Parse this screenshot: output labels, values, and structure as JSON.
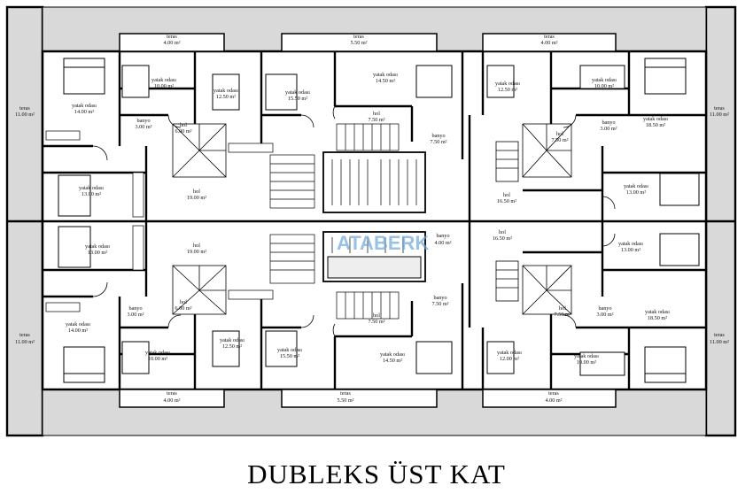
{
  "caption": "DUBLEKS ÜST KAT",
  "watermark": "ATABERK",
  "labels": {
    "teras_l_name": "teras",
    "teras_l_area": "11.00 m²",
    "teras_r_name": "teras",
    "teras_r_area": "11.00 m²",
    "teras_l2_name": "teras",
    "teras_l2_area": "11.00 m²",
    "teras_r2_name": "teras",
    "teras_r2_area": "11.00 m²",
    "teras_t1_name": "teras",
    "teras_t1_area": "4.00 m²",
    "teras_t2_name": "teras",
    "teras_t2_area": "5.50 m²",
    "teras_t3_name": "teras",
    "teras_t3_area": "4.00 m²",
    "teras_b1_name": "teras",
    "teras_b1_area": "4.00 m²",
    "teras_b2_name": "teras",
    "teras_b2_area": "5.50 m²",
    "teras_b3_name": "teras",
    "teras_b3_area": "4.00 m²",
    "y1_name": "yatak odası",
    "y1_area": "14.00 m²",
    "y2_name": "yatak odası",
    "y2_area": "10.00 m²",
    "y3_name": "yatak odası",
    "y3_area": "12.50 m²",
    "y4_name": "yatak odası",
    "y4_area": "15.50 m²",
    "y5_name": "yatak odası",
    "y5_area": "14.50 m²",
    "y6_name": "yatak odası",
    "y6_area": "12.50 m²",
    "y7_name": "yatak odası",
    "y7_area": "10.00 m²",
    "y8_name": "yatak odası",
    "y8_area": "18.50 m²",
    "y9_name": "yatak odası",
    "y9_area": "13.00 m²",
    "y10_name": "yatak odası",
    "y10_area": "13.00 m²",
    "y11_name": "yatak odası",
    "y11_area": "13.00 m²",
    "y12_name": "yatak odası",
    "y12_area": "13.00 m²",
    "y13_name": "yatak odası",
    "y13_area": "14.00 m²",
    "y14_name": "yatak odası",
    "y14_area": "10.00 m²",
    "y15_name": "yatak odası",
    "y15_area": "12.50 m²",
    "y16_name": "yatak odası",
    "y16_area": "15.50 m²",
    "y17_name": "yatak odası",
    "y17_area": "14.50 m²",
    "y18_name": "yatak odası",
    "y18_area": "12.00 m²",
    "y19_name": "yatak odası",
    "y19_area": "10.00 m²",
    "y20_name": "yatak odası",
    "y20_area": "18.50 m²",
    "b1_name": "banyo",
    "b1_area": "3.00 m²",
    "b2_name": "banyo",
    "b2_area": "7.50 m²",
    "b3_name": "banyo",
    "b3_area": "3.00 m²",
    "b4_name": "banyo",
    "b4_area": "3.00 m²",
    "b5_name": "banyo",
    "b5_area": "7.50 m²",
    "b6_name": "banyo",
    "b6_area": "3.00 m²",
    "b7_name": "banyo",
    "b7_area": "4.00 m²",
    "h1_name": "hol",
    "h1_area": "6.00 m²",
    "h2_name": "hol",
    "h2_area": "7.50 m²",
    "h3_name": "hol",
    "h3_area": "7.50 m²",
    "h4_name": "hol",
    "h4_area": "19.00 m²",
    "h5_name": "hol",
    "h5_area": "16.50 m²",
    "h6_name": "hol",
    "h6_area": "19.00 m²",
    "h7_name": "hol",
    "h7_area": "16.50 m²",
    "h8_name": "hol",
    "h8_area": "6.00 m²",
    "h9_name": "hol",
    "h9_area": "7.50 m²",
    "h10_name": "hol",
    "h10_area": "7.50 m²"
  }
}
